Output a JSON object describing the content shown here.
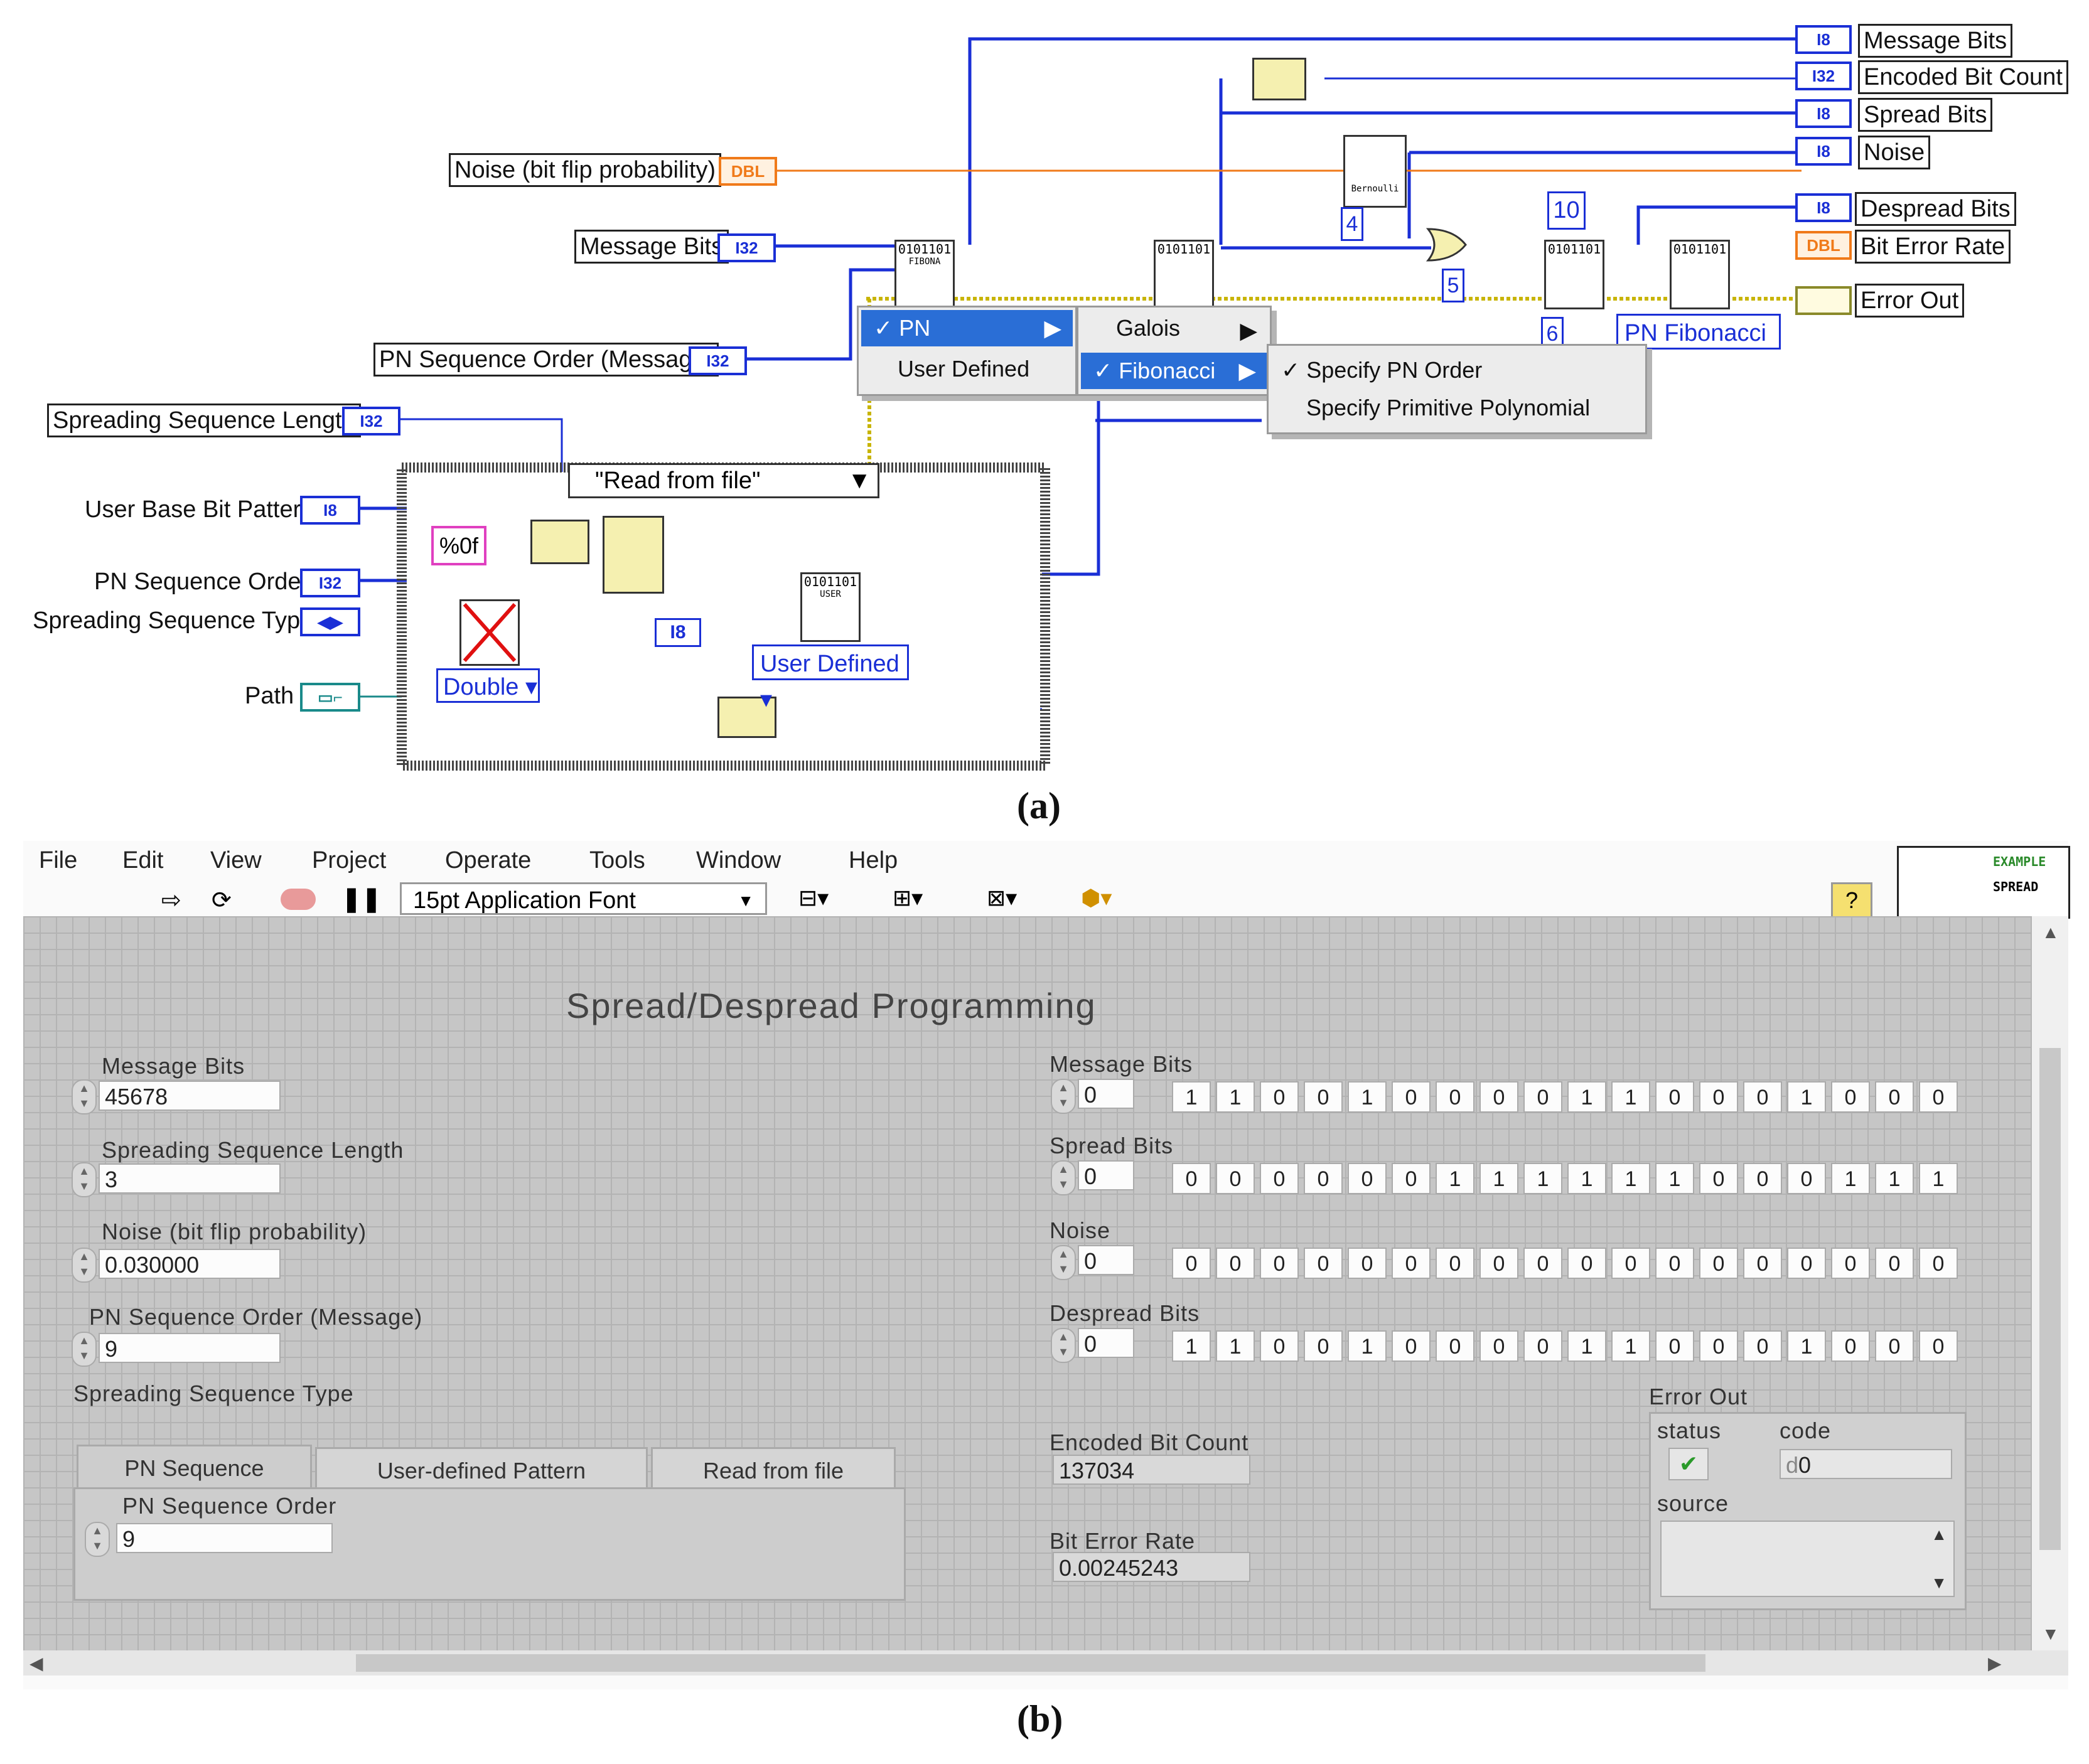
{
  "block_diagram": {
    "outputs": [
      "Message Bits",
      "Encoded Bit Count",
      "Spread Bits",
      "Noise",
      "Despread Bits",
      "Bit Error Rate",
      "Error Out"
    ],
    "output_terms": [
      "I8",
      "I32",
      "I8",
      "I8",
      "I8",
      "DBL",
      ""
    ],
    "inputs": [
      "Noise (bit flip probability)",
      "Message Bits",
      "PN Sequence Order (Message)",
      "Spreading Sequence Length"
    ],
    "input_terms": [
      "DBL",
      "I32",
      "I32",
      "I32"
    ],
    "case_inputs": [
      "User Base Bit Pattern",
      "PN Sequence Order",
      "Spreading Sequence Type",
      "Path"
    ],
    "case_terms": [
      "I8",
      "I32",
      "",
      ""
    ],
    "case_selector": "\"Read from file\"",
    "format_string": "%0f",
    "i8_label": "I8",
    "double_label": "Double",
    "user_defined_label": "User Defined",
    "pn_fibonacci_label": "PN Fibonacci",
    "const_10": "10",
    "const_4": "4",
    "const_5": "5",
    "const_6": "6",
    "node_bits": "0101101",
    "node_fibona": "FIBONA",
    "node_user": "USER",
    "bernoulli": "Bernoulli",
    "menu1": [
      "PN",
      "User Defined"
    ],
    "menu2": [
      "Galois",
      "Fibonacci"
    ],
    "menu3": [
      "Specify PN Order",
      "Specify Primitive Polynomial"
    ],
    "check": "✓",
    "caption": "(a)"
  },
  "front_panel": {
    "menu": [
      "File",
      "Edit",
      "View",
      "Project",
      "Operate",
      "Tools",
      "Window",
      "Help"
    ],
    "font_select": "15pt Application Font",
    "example_badge": [
      "EXAMPLE",
      "SPREAD"
    ],
    "title": "Spread/Despread Programming",
    "controls": {
      "message_bits": {
        "label": "Message Bits",
        "value": "45678"
      },
      "spreading_length": {
        "label": "Spreading Sequence Length",
        "value": "3"
      },
      "noise": {
        "label": "Noise (bit flip probability)",
        "value": "0.030000"
      },
      "pn_order_message": {
        "label": "PN Sequence Order (Message)",
        "value": "9"
      },
      "spreading_type_label": "Spreading Sequence Type",
      "tabs": [
        "PN Sequence",
        "User-defined Pattern",
        "Read from file"
      ],
      "pn_order": {
        "label": "PN Sequence Order",
        "value": "9"
      }
    },
    "arrays": [
      {
        "label": "Message Bits",
        "index": "0",
        "values": [
          "1",
          "1",
          "0",
          "0",
          "1",
          "0",
          "0",
          "0",
          "0",
          "1",
          "1",
          "0",
          "0",
          "0",
          "1",
          "0",
          "0",
          "0"
        ]
      },
      {
        "label": "Spread Bits",
        "index": "0",
        "values": [
          "0",
          "0",
          "0",
          "0",
          "0",
          "0",
          "1",
          "1",
          "1",
          "1",
          "1",
          "1",
          "0",
          "0",
          "0",
          "1",
          "1",
          "1"
        ]
      },
      {
        "label": "Noise",
        "index": "0",
        "values": [
          "0",
          "0",
          "0",
          "0",
          "0",
          "0",
          "0",
          "0",
          "0",
          "0",
          "0",
          "0",
          "0",
          "0",
          "0",
          "0",
          "0",
          "0"
        ]
      },
      {
        "label": "Despread Bits",
        "index": "0",
        "values": [
          "1",
          "1",
          "0",
          "0",
          "1",
          "0",
          "0",
          "0",
          "0",
          "1",
          "1",
          "0",
          "0",
          "0",
          "1",
          "0",
          "0",
          "0"
        ]
      }
    ],
    "encoded_bit_count": {
      "label": "Encoded Bit Count",
      "value": "137034"
    },
    "bit_error_rate": {
      "label": "Bit Error Rate",
      "value": "0.00245243"
    },
    "error_out": {
      "label": "Error Out",
      "status_label": "status",
      "code_label": "code",
      "code_value": "0",
      "code_prefix": "d",
      "source_label": "source",
      "status_mark": "✔"
    },
    "caption": "(b)"
  }
}
